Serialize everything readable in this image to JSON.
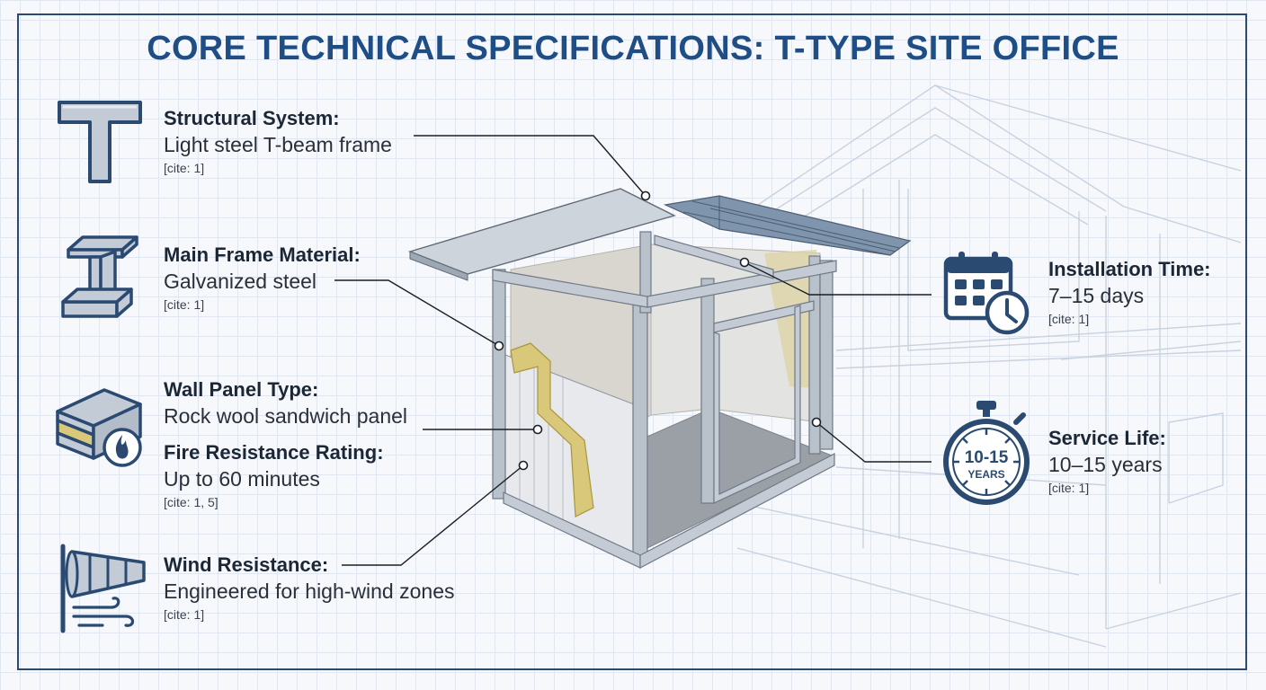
{
  "title": "CORE TECHNICAL SPECIFICATIONS: T-TYPE SITE OFFICE",
  "colors": {
    "navy": "#2b4a72",
    "title_blue": "#1f4e86",
    "steel": "#a9b3bf",
    "insulation": "#d9c77a"
  },
  "specs": {
    "structural": {
      "label": "Structural System:",
      "value": "Light steel T-beam frame",
      "cite": "[cite: 1]",
      "icon": "t-beam-icon"
    },
    "frame": {
      "label": "Main Frame Material:",
      "value": "Galvanized steel",
      "cite": "[cite: 1]",
      "icon": "i-beam-icon"
    },
    "wall": {
      "label": "Wall Panel Type:",
      "value": "Rock wool sandwich panel",
      "icon": "sandwich-panel-fire-icon"
    },
    "fire": {
      "label": "Fire Resistance Rating:",
      "value": "Up to 60 minutes",
      "cite": "[cite: 1, 5]"
    },
    "wind": {
      "label": "Wind Resistance:",
      "value": "Engineered for high-wind zones",
      "cite": "[cite: 1]",
      "icon": "windsock-icon"
    },
    "install": {
      "label": "Installation Time:",
      "value": "7–15 days",
      "cite": "[cite: 1]",
      "icon": "calendar-clock-icon"
    },
    "life": {
      "label": "Service Life:",
      "value": "10–15 years",
      "cite": "[cite: 1]",
      "icon": "stopwatch-icon"
    }
  },
  "stopwatch": {
    "line1": "10-15",
    "line2": "YEARS"
  }
}
